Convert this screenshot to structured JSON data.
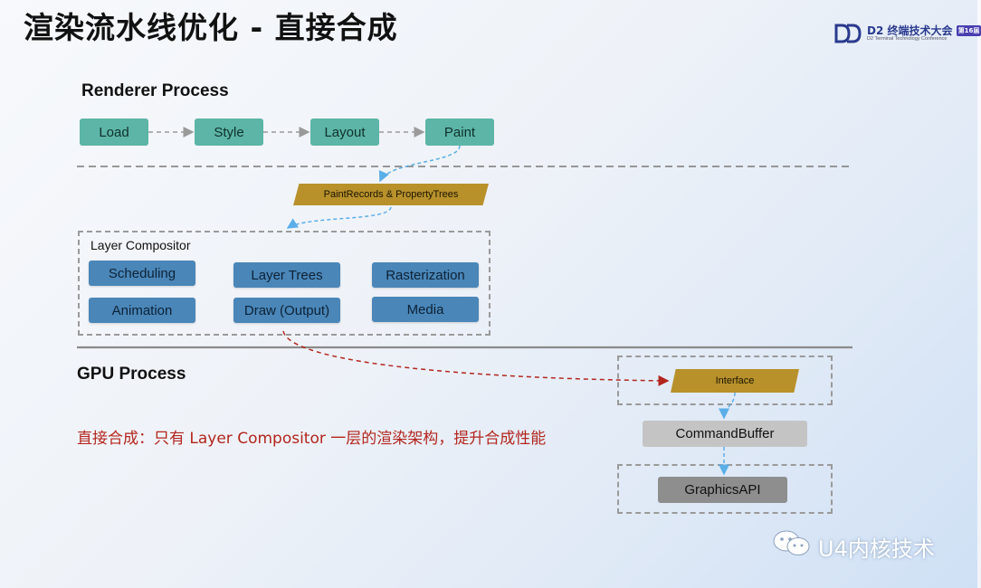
{
  "slide": {
    "title": "渲染流水线优化 - 直接合成",
    "logo": {
      "main": "D2 终端技术大会",
      "badge": "第16届",
      "sub": "D2 Terminal Technology Conference"
    }
  },
  "renderer": {
    "label": "Renderer Process",
    "stages": [
      "Load",
      "Style",
      "Layout",
      "Paint"
    ],
    "paint_output": "PaintRecords & PropertyTrees"
  },
  "compositor": {
    "label": "Layer Compositor",
    "modules": [
      [
        "Scheduling",
        "Layer Trees",
        "Rasterization"
      ],
      [
        "Animation",
        "Draw (Output)",
        "Media"
      ]
    ]
  },
  "gpu": {
    "label": "GPU Process",
    "interface": "Interface",
    "command_buffer": "CommandBuffer",
    "graphics_api": "GraphicsAPI"
  },
  "note": "直接合成：只有 Layer Compositor 一层的渲染架构，提升合成性能",
  "watermark": "U4内核技术",
  "colors": {
    "stage": "#5cb5a6",
    "module": "#4a86b8",
    "gold": "#b8912b",
    "note": "#b3261e",
    "arrow_blue": "#5aaee8",
    "arrow_red": "#b3261e"
  }
}
